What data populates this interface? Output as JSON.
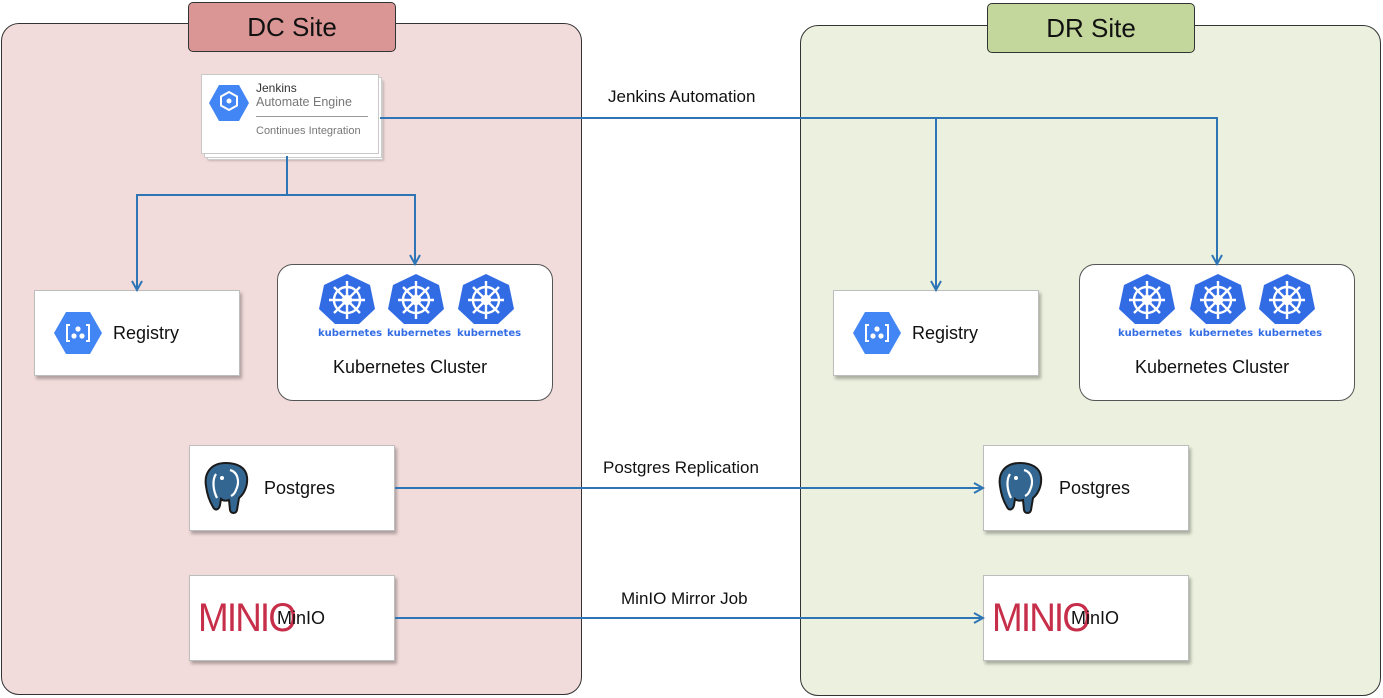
{
  "dc_site": {
    "title": "DC Site",
    "jenkins": {
      "name": "Jenkins",
      "subtitle": "Automate Engine",
      "detail": "Continues Integration"
    },
    "registry": {
      "label": "Registry"
    },
    "kubernetes": {
      "label": "Kubernetes Cluster",
      "icon_text": [
        "kubernetes",
        "kubernetes",
        "kubernetes"
      ]
    },
    "postgres": {
      "label": "Postgres"
    },
    "minio": {
      "label": "MinIO",
      "logo_text": "MINIO"
    }
  },
  "dr_site": {
    "title": "DR Site",
    "registry": {
      "label": "Registry"
    },
    "kubernetes": {
      "label": "Kubernetes Cluster",
      "icon_text": [
        "kubernetes",
        "kubernetes",
        "kubernetes"
      ]
    },
    "postgres": {
      "label": "Postgres"
    },
    "minio": {
      "label": "MinIO",
      "logo_text": "MINIO"
    }
  },
  "edges": {
    "jenkins_automation": "Jenkins Automation",
    "postgres_replication": "Postgres Replication",
    "minio_mirror": "MinIO Mirror Job"
  },
  "colors": {
    "dc_background": "#f2dcdb",
    "dc_title": "#d99694",
    "dr_background": "#ebf1de",
    "dr_title": "#c3d69b",
    "arrow": "#2e75b6",
    "kubernetes_blue": "#326ce5",
    "gcp_blue": "#4285f4",
    "minio_red": "#c72e49",
    "postgres_blue": "#336791"
  }
}
